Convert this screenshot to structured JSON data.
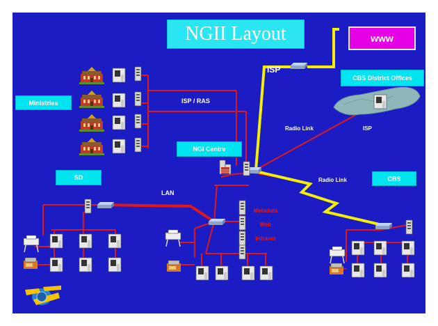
{
  "title": "NGII Layout",
  "www_label": "www",
  "labels": {
    "ministries": "Ministries",
    "sd": "SD",
    "ngi_centre": "NGI Centre",
    "cbs_district_offices": "CBS District Offices",
    "cbs": "CBS",
    "isp_top": "ISP",
    "isp_ras": "ISP / RAS",
    "radio_link_1": "Radio Link",
    "isp_link": "ISP",
    "radio_link_2": "Radio Link",
    "lan": "LAN",
    "services": [
      "Metadata",
      "Web",
      "Intranet"
    ]
  },
  "colors": {
    "panel": "#1c1cc4",
    "label_box": "#00e5f0",
    "www_box": "#e600e6",
    "red_link": "#e01818",
    "yellow_link": "#f5f000"
  }
}
